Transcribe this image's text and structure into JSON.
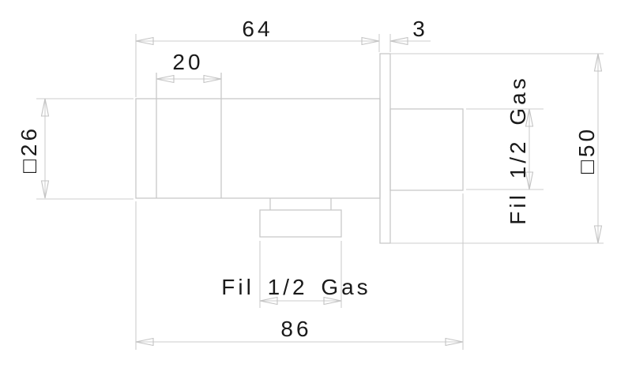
{
  "drawing": {
    "type": "technical-dimension-drawing",
    "subject": "angle valve side view with wall plate",
    "colors": {
      "background": "#ffffff",
      "outline": "#c8c8c8",
      "text": "#1a1a1a"
    },
    "labels": {
      "dim_body_length": "64",
      "dim_plate_thickness": "3",
      "dim_knob_width": "20",
      "dim_body_square": "□26",
      "dim_plate_square": "□50",
      "side_thread": "Fil 1/2 Gas",
      "bottom_thread": "Fil 1/2 Gas",
      "dim_overall_length": "86"
    }
  }
}
